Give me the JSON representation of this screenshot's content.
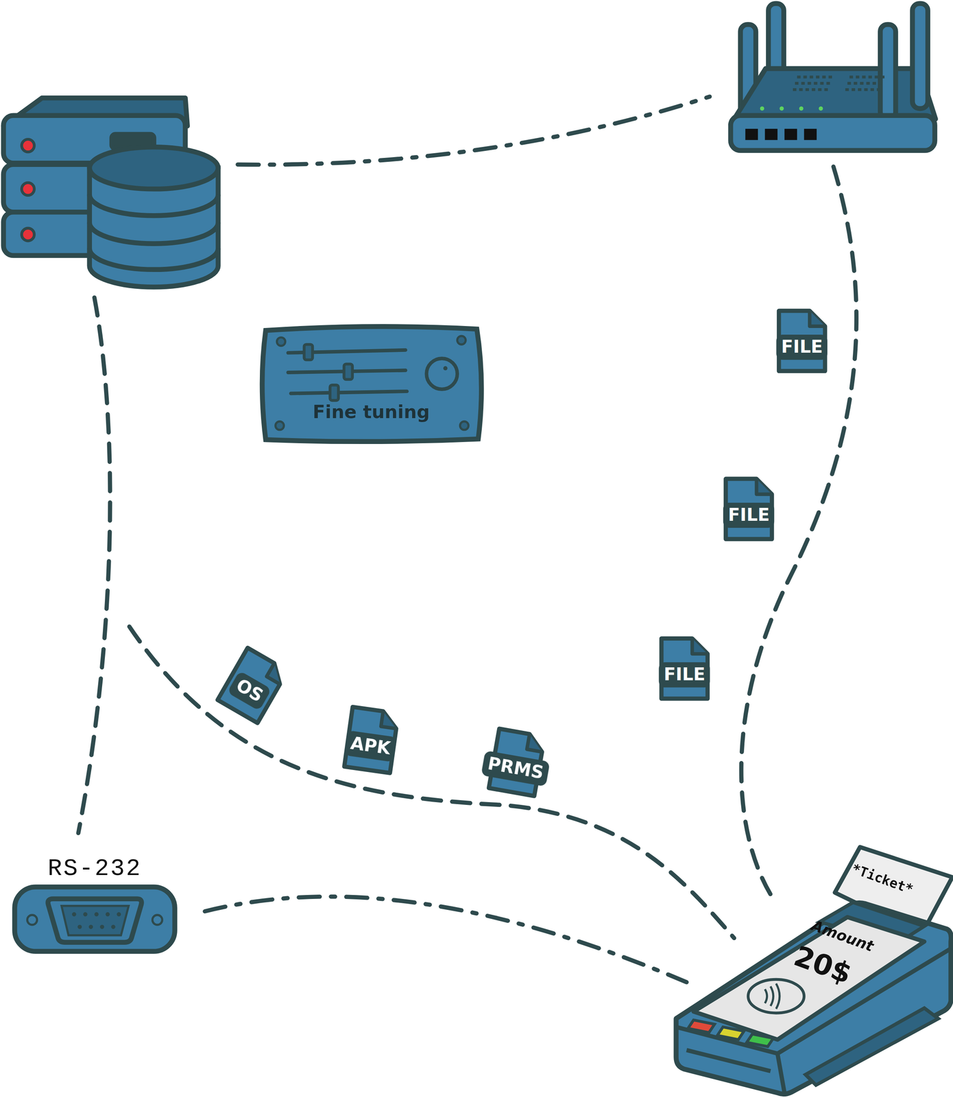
{
  "diagram": {
    "nodes": [
      {
        "text": [
          "Fine tuning"
        ]
      },
      {
        "text": [
          "FILE"
        ]
      },
      {
        "text": [
          "FILE"
        ]
      },
      {
        "text": [
          "FILE"
        ]
      },
      {
        "text": [
          "OS"
        ]
      },
      {
        "text": [
          "APK"
        ]
      },
      {
        "text": [
          "PRMS"
        ]
      },
      {
        "text": [
          "RS-232"
        ]
      },
      {
        "text": [
          "*Ticket*",
          "Amount",
          "20$"
        ]
      }
    ],
    "edges": [
      {
        "from": 7,
        "to": 8,
        "arrow": "none"
      }
    ]
  }
}
